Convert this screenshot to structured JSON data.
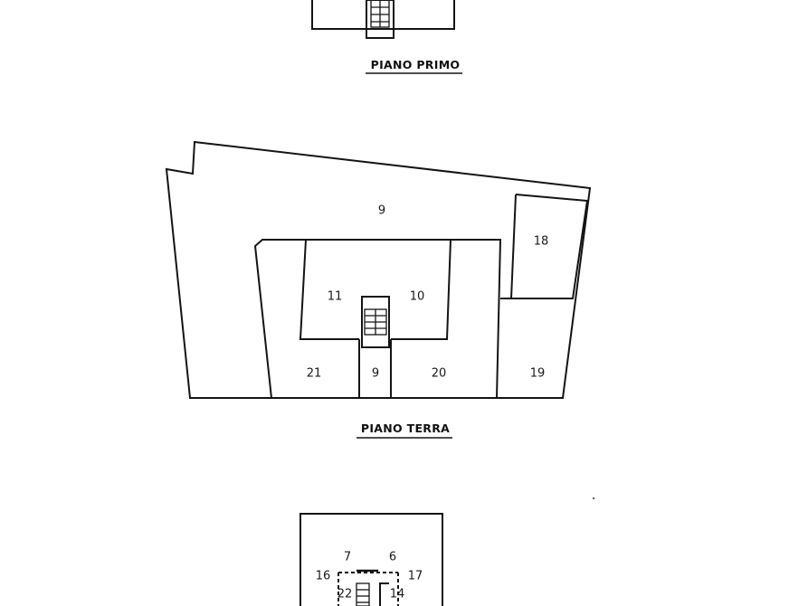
{
  "floors": {
    "first": {
      "title": "PIANO PRIMO"
    },
    "ground": {
      "title": "PIANO TERRA",
      "rooms": [
        "9",
        "18",
        "11",
        "10",
        "21",
        "9",
        "20",
        "19"
      ]
    },
    "basement": {
      "rooms": [
        "7",
        "6",
        "16",
        "17",
        "22",
        "14"
      ]
    }
  },
  "colors": {
    "ink": "#141414",
    "paper": "#ffffff"
  }
}
